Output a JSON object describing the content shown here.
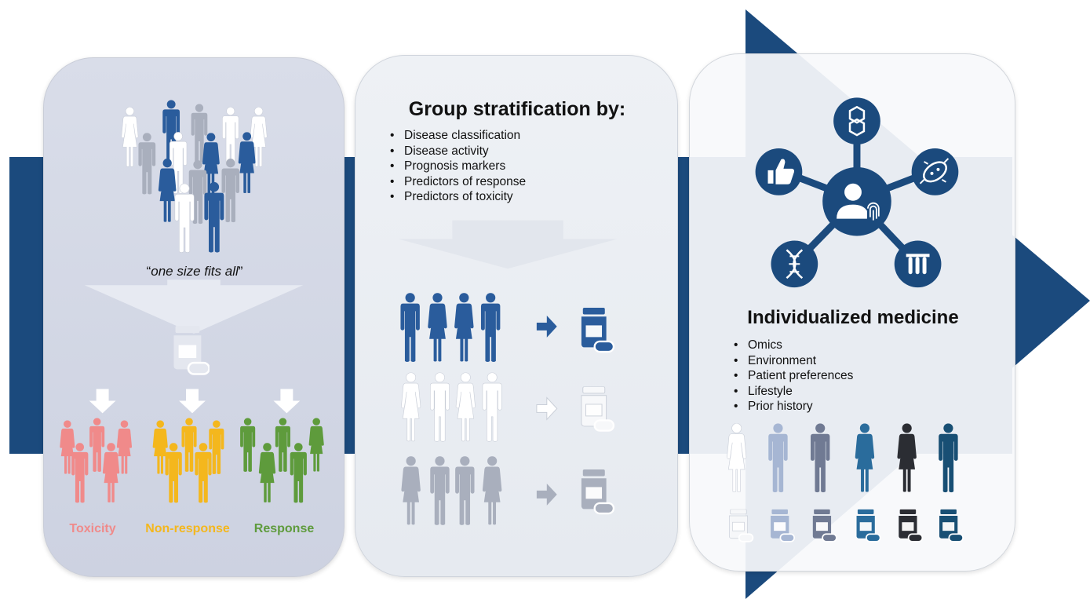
{
  "left": {
    "quote_open": "“",
    "quote_text": "one size fits all",
    "quote_close": "”",
    "outcomes": [
      "Toxicity",
      "Non-response",
      "Response"
    ]
  },
  "middle": {
    "title": "Group stratification by:",
    "bullets": [
      "Disease classification",
      "Disease activity",
      "Prognosis markers",
      "Predictors of response",
      "Predictors of toxicity"
    ]
  },
  "right": {
    "title": "Individualized medicine",
    "bullets": [
      "Omics",
      "Environment",
      "Patient preferences",
      "Lifestyle",
      "Prior history"
    ]
  },
  "colors": {
    "navy": "#1b4a7d",
    "blue": "#2a5c9c",
    "toxicity": "#f08a8a",
    "non_response": "#f4b71d",
    "response": "#5e9b3c",
    "grey": "#a9afbd",
    "white_figure": "#ffffff"
  },
  "icons": [
    "people-crowd-icon",
    "medicine-bottle-icon",
    "down-arrow-icon",
    "right-arrow-icon",
    "hexagon-molecule-icon",
    "thumbs-up-icon",
    "bacteria-icon",
    "dna-icon",
    "test-tubes-icon",
    "person-fingerprint-icon"
  ]
}
